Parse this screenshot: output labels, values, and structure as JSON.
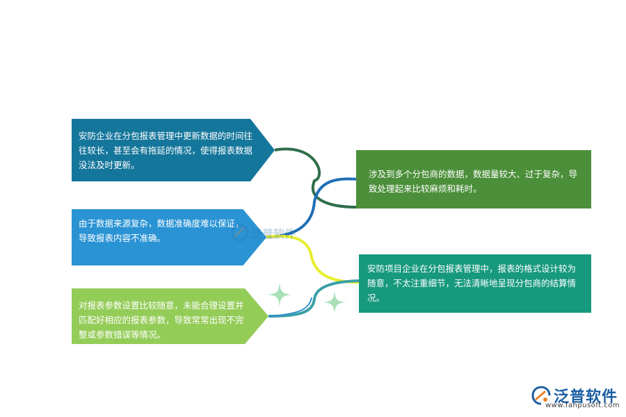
{
  "boxes": [
    {
      "id": "b1",
      "text": "安防企业在分包报表管理中更新数据的时间往往较长，甚至会有拖延的情况，使得报表数据没法及时更新。",
      "color": "#15769b"
    },
    {
      "id": "b2",
      "text": "由于数据来源复杂，数据准确度难以保证，导致报表内容不准确。",
      "color": "#2a93d4"
    },
    {
      "id": "b3",
      "text": "对报表参数设置比较随意，未能合理设置并匹配好相应的报表参数，导致常常出现不完整或参数错误等情况。",
      "color": "#94cc58"
    },
    {
      "id": "b4",
      "text": "涉及到多个分包商的数据，数据量较大、过于复杂，导致处理起来比较麻烦和耗时。",
      "color": "#4c8f3a"
    },
    {
      "id": "b5",
      "text": "安防项目企业在分包报表管理中，报表的格式设计较为随意，不太注重细节，无法清晰地呈现分包商的结算情况。",
      "color": "#17997d"
    }
  ],
  "connector_colors": {
    "dark_green": "#2f6e4a",
    "blue": "#1e6fb5",
    "yellow": "#e7ee2c",
    "teal": "#3aa0a6",
    "light_blue": "#2d8fd0"
  },
  "watermark": {
    "text": "泛普软件",
    "icon": "fanpu-logo-icon"
  },
  "logo": {
    "text": "泛普软件",
    "url": "www.fanpusoft.com",
    "icon": "fanpu-logo-icon"
  },
  "decorations": {
    "sparkle_color": "#a8e0b8",
    "sparkle_icon": "sparkle-icon"
  }
}
